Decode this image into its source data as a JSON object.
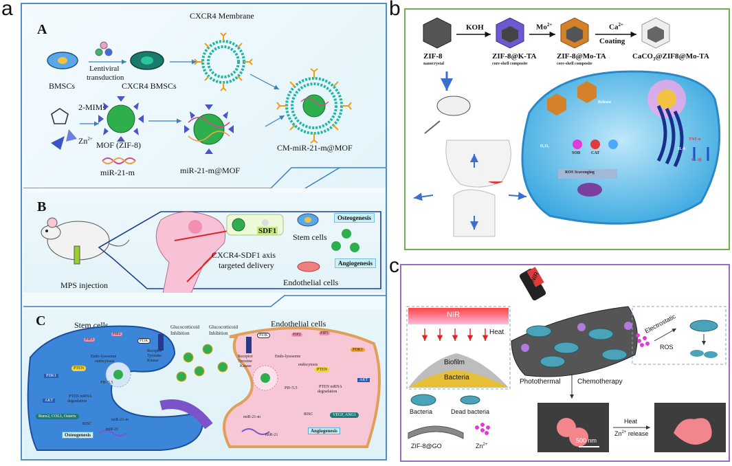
{
  "panel_a": {
    "letter": "a",
    "sub_a": {
      "letter": "A",
      "cxcr4_membrane": "CXCR4 Membrane",
      "lentiviral": "Lentiviral",
      "transduction": "transduction",
      "bmscs": "BMSCs",
      "cxcr4_bmscs": "CXCR4 BMSCs",
      "two_mims": "2-MIMs",
      "zn": "Zn",
      "zn_sup": "2+",
      "mof": "MOF (ZIF-8)",
      "mir_21m": "miR-21-m",
      "mir_21m_mof": "miR-21-m@MOF",
      "cm_mir": "CM-miR-21-m@MOF"
    },
    "sub_b": {
      "letter": "B",
      "sdf1": "SDF1",
      "axis_line1": "CXCR4-SDF1 axis",
      "axis_line2": "targeted delivery",
      "mps": "MPS injection",
      "stem_cells": "Stem cells",
      "osteogenesis": "Osteogenesis",
      "angiogenesis": "Angiogenesis",
      "endothelial": "Endothelial cells"
    },
    "sub_c": {
      "letter": "C",
      "stem_cells": "Stem cells",
      "endothelial": "Endothelial cells",
      "glucocorticoid": "Glucocorticoid",
      "inhibition": "Inhibition",
      "pip3": "PIP3",
      "pip2": "PIP2",
      "pi3k": "PI3K",
      "receptor": "Receptor",
      "tyrosine": "Tyrosine",
      "kinase": "Kinase",
      "endo_lyso": "Endo-lysosome",
      "endocytosis": "endocytosis",
      "pten": "PTEN",
      "pdk1": "PDK1",
      "akt": "AKT",
      "ph_stem": "PH<5.5",
      "ph_endo": "PH<5.5",
      "pten_mrna": "PTEN mRNA",
      "degradation": "degradation",
      "risc": "RISC",
      "mir21m": "miR-21-m",
      "mir21": "miR-21",
      "runx": "Runx2, COL1, Osterix",
      "osteogenesis": "Osteogenesis",
      "vegf": "VEGF, ANG1",
      "angiogenesis": "Angiogenesis",
      "endo_lyso2": "Endo-lysosome"
    }
  },
  "panel_b": {
    "letter": "b",
    "koh": "KOH",
    "mo": "Mo",
    "mo_sup": "2+",
    "ca": "Ca",
    "ca_sup": "2+",
    "coating": "Coating",
    "zif8": "ZIF-8",
    "zif8_sub": "nanocrystal",
    "zif8k": "ZIF-8@K-TA",
    "zif8k_sub": "core-shell composite",
    "zif8mo": "ZIF-8@Mo-TA",
    "zif8mo_sub": "core-shell composite",
    "caco3": "CaCO",
    "caco3_sub": "3",
    "caco3_rest": "@ZIF8@Mo-TA",
    "release": "Release",
    "h2o2": "H₂O₂",
    "sod": "SOD",
    "cat": "CAT",
    "ros": "ROS Scavenging",
    "tnf": "TNF-α",
    "il6": "IL-6",
    "il1b": "IL-1β"
  },
  "panel_c": {
    "letter": "c",
    "nir_cap": "NIR",
    "nir_band": "NIR",
    "heat": "Heat",
    "biofilm": "Biofilm",
    "bacteria_layer": "Bacteria",
    "electrostatic": "Electrostatic",
    "ros": "ROS",
    "photothermal": "Photothermal",
    "chemotherapy": "Chemotherapy",
    "bacteria": "Bacteria",
    "dead_bacteria": "Dead bacteria",
    "zif8go": "ZIF-8@GO",
    "zn": "Zn",
    "zn_sup": "2+",
    "scale": "500 nm",
    "heat2": "Heat",
    "zn_release": "Zn",
    "zn_release_sup": "2+",
    "zn_release_rest": " release"
  },
  "colors": {
    "panel_a_border": "#4a8fd6",
    "panel_a_bg": "#e7f5fb",
    "panel_b_border": "#6ab04c",
    "panel_c_border": "#9b6cc4",
    "green_np": "#27a64a",
    "orange_antenna": "#f39c12",
    "cell_blue": "#58b7e8",
    "pink": "#f6c3cf"
  }
}
